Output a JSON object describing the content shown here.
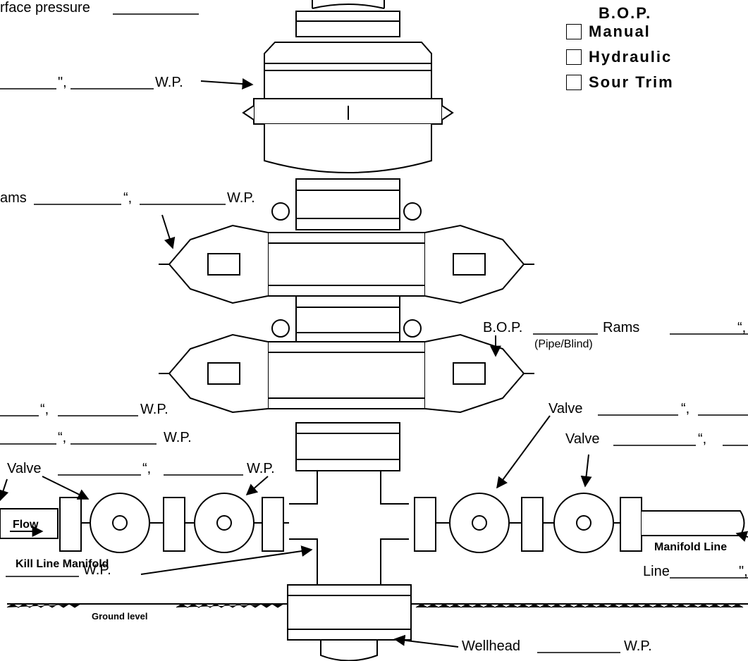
{
  "labels": {
    "surface_pressure": "rface pressure",
    "annular_wp": "\",",
    "annular_wp2": "W.P.",
    "upper_rams": "ams",
    "upper_rams_q": "“,",
    "upper_rams_wp": "W.P.",
    "lower_bop": "B.O.P.",
    "lower_rams": "Rams",
    "lower_rams_q": "“,",
    "pipe_blind": "(Pipe/Blind)",
    "left1_q": "“,",
    "left1_wp": "W.P.",
    "left2_q": "“,",
    "left2_wp": "W.P.",
    "kill_valve": "Valve",
    "kill_valve_q": "“,",
    "kill_valve_wp": "W.P.",
    "right_valve1": "Valve",
    "right_valve1_q": "“,",
    "right_valve2": "Valve",
    "right_valve2_q": "“,",
    "flow": "Flow",
    "kill_line_manifold": "Kill Line Manifold",
    "manifold_line": "Manifold Line",
    "bottom_left_wp": "W.P.",
    "line": "Line",
    "line_q": "\",",
    "ground_level": "Ground level",
    "wellhead": "Wellhead",
    "wellhead_wp": "W.P."
  },
  "bop_box": {
    "title": "B.O.P.",
    "options": [
      {
        "label": "Manual"
      },
      {
        "label": "Hydraulic"
      },
      {
        "label": "Sour Trim"
      }
    ]
  }
}
